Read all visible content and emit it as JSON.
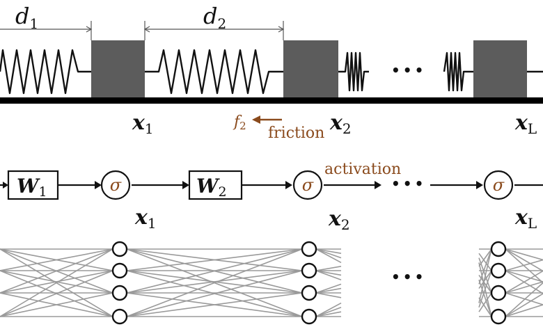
{
  "spring_row": {
    "distances": [
      {
        "symbol": "d",
        "sub": "1"
      },
      {
        "symbol": "d",
        "sub": "2"
      }
    ],
    "positions": [
      {
        "symbol": "x",
        "sub": "1"
      },
      {
        "symbol": "x",
        "sub": "2"
      },
      {
        "symbol": "x",
        "sub": "L"
      }
    ],
    "friction": {
      "symbol": "f",
      "sub": "2",
      "label": "friction"
    },
    "ellipsis": "•••",
    "mass_color": "#5c5c5c",
    "accent_color": "#8a4a1c"
  },
  "network_row": {
    "weights": [
      {
        "symbol": "W",
        "sub": "1"
      },
      {
        "symbol": "W",
        "sub": "2"
      }
    ],
    "activation_symbol": "σ",
    "activation_label": "activation",
    "outputs": [
      {
        "symbol": "x",
        "sub": "1"
      },
      {
        "symbol": "x",
        "sub": "2"
      },
      {
        "symbol": "x",
        "sub": "L"
      }
    ],
    "ellipsis": "•••"
  },
  "layers_row": {
    "ellipsis": "•••",
    "edge_color": "#9a9a9a"
  }
}
